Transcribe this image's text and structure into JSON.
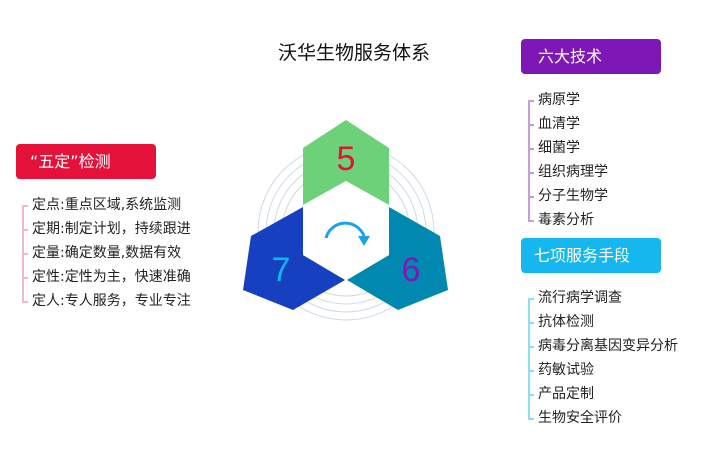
{
  "title": "沃华生物服务体系",
  "five": {
    "label": "“五定”检测",
    "color": "#e4113a",
    "bracket_color": "#f4b8c4",
    "items": [
      "定点:重点区域,系统监测",
      "定期:制定计划，持续跟进",
      "定量:确定数量,数据有效",
      "定性:定性为主，快速准确",
      "定人:专人服务，专业专注"
    ]
  },
  "six": {
    "label": "六大技术",
    "color": "#7d17b5",
    "bracket_color": "#c89ae0",
    "items": [
      "病原学",
      "血清学",
      "细菌学",
      "组织病理学",
      "分子生物学",
      "毒素分析"
    ]
  },
  "seven": {
    "label": "七项服务手段",
    "color": "#16b6ee",
    "bracket_color": "#8fdcf6",
    "items": [
      "流行病学调查",
      "抗体检测",
      "病毒分离基因变异分析",
      "药敏试验",
      "产品定制",
      "生物安全评价"
    ]
  },
  "diagram": {
    "n5": "5",
    "n6": "6",
    "n7": "7"
  }
}
